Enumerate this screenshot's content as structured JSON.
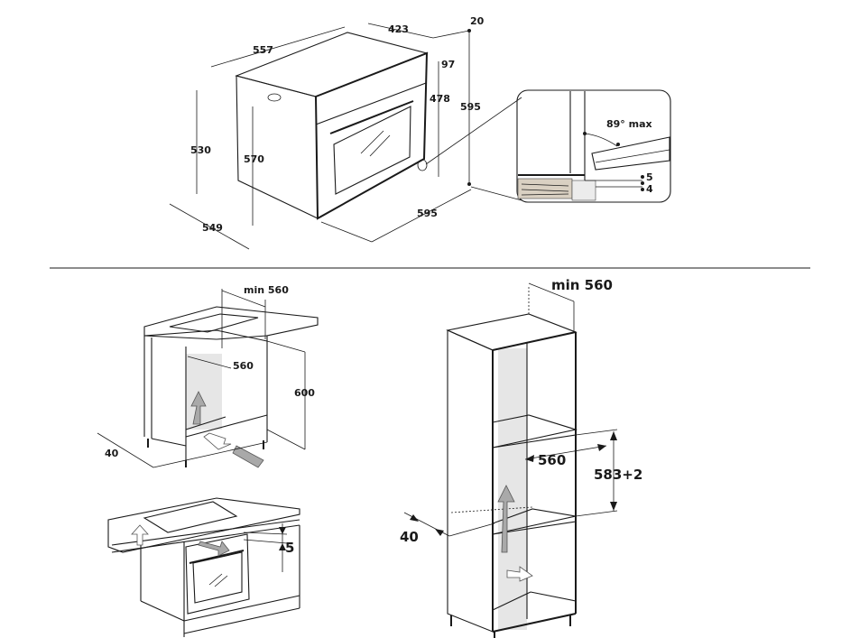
{
  "top_diagram": {
    "dims": {
      "width_top": "557",
      "depth_top": "423",
      "protrusion": "20",
      "panel_height": "97",
      "door_height": "478",
      "total_height": "595",
      "side_height": "530",
      "body_height": "570",
      "depth_bottom": "549",
      "width_bottom": "595"
    },
    "detail": {
      "angle": "89° max",
      "gap_a": "5",
      "gap_b": "4"
    }
  },
  "under_counter": {
    "niche_width": "min 560",
    "inner_width": "560",
    "height": "600",
    "back_depth": "40",
    "ventilation_gap": "5"
  },
  "column": {
    "niche_width": "min 560",
    "inner_width": "560",
    "height": "583+2",
    "back_depth": "40"
  }
}
